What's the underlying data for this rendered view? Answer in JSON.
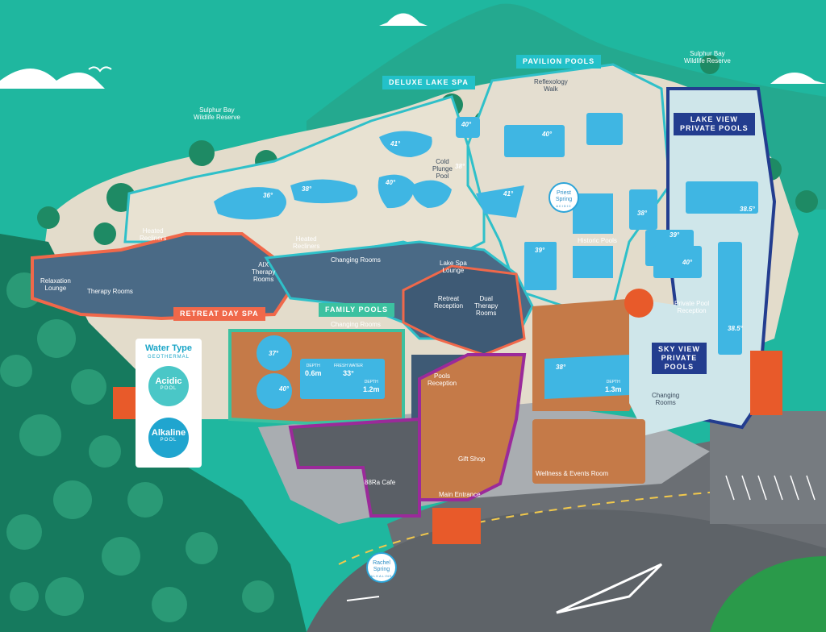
{
  "zones": {
    "pavilion_pools": "PAVILION POOLS",
    "deluxe_lake_spa": "DELUXE LAKE SPA",
    "lake_view_private_pools": "LAKE VIEW\nPRIVATE POOLS",
    "retreat_day_spa": "RETREAT DAY SPA",
    "family_pools": "FAMILY POOLS",
    "sky_view_private_pools": "SKY VIEW\nPRIVATE\nPOOLS"
  },
  "labels": {
    "reserve_left": "Sulphur Bay\nWildlife Reserve",
    "reserve_right": "Sulphur Bay\nWildlife Reserve",
    "reflexology_walk": "Reflexology\nWalk",
    "cold_plunge_pool": "Cold\nPlunge\nPool",
    "heated_recliners_left": "Heated\nRecliners",
    "heated_recliners_mid": "Heated\nRecliners",
    "changing_rooms_lake": "Changing Rooms",
    "changing_rooms_family": "Changing Rooms",
    "changing_rooms_sky": "Changing\nRooms",
    "relaxation_lounge": "Relaxation\nLounge",
    "therapy_rooms": "Therapy Rooms",
    "aix_therapy_rooms": "AIX\nTherapy\nRooms",
    "lake_spa_lounge": "Lake Spa\nLounge",
    "retreat_reception": "Retreat\nReception",
    "dual_therapy_rooms": "Dual\nTherapy\nRooms",
    "historic_pools": "Historic Pools",
    "private_pool_reception": "Private Pool\nReception",
    "pools_reception": "Pools\nReception",
    "gift_shop": "Gift Shop",
    "cafe": "88Ra Cafe",
    "main_entrance": "Main Entrance",
    "wellness_events_room": "Wellness & Events Room"
  },
  "temperatures": {
    "t36": "36°",
    "t38a": "38°",
    "t40a": "40°",
    "t41a": "41°",
    "t40b": "40°",
    "t38b": "38°",
    "t40c": "40°",
    "t41b": "41°",
    "t39a": "39°",
    "t38c": "38°",
    "t39b": "39°",
    "t40d": "40°",
    "t38_5a": "38.5°",
    "t38_5b": "38.5°",
    "t37": "37°",
    "t40e": "40°",
    "t33": "33°",
    "t38d": "38°"
  },
  "depths": {
    "family_left": {
      "caption": "DEPTH",
      "value": "0.6m"
    },
    "fresh_water": {
      "caption": "FRESH WATER",
      "value": "33°"
    },
    "family_right": {
      "caption": "DEPTH",
      "value": "1.2m"
    },
    "pavilion": {
      "caption": "DEPTH",
      "value": "1.3m"
    }
  },
  "springs": {
    "priest": {
      "name": "Priest\nSpring",
      "type": "ACIDIC"
    },
    "rachel": {
      "name": "Rachel\nSpring",
      "type": "ALKALINE"
    }
  },
  "legend": {
    "title": "Water Type",
    "subtitle": "GEOTHERMAL",
    "acidic_name": "Acidic",
    "acidic_sub": "POOL",
    "alkaline_name": "Alkaline",
    "alkaline_sub": "POOL"
  },
  "colors": {
    "lake": "#1fb79f",
    "mountain": "#24a98f",
    "forest": "#167a5e",
    "sand": "#e3dccb",
    "pool_water": "#3fb6e3",
    "retreat_spa": "#f0684a",
    "family_pools": "#3cc1a0",
    "private_pools": "#233d8f",
    "cafe_border": "#9b2a9a",
    "building": "#4a6a86",
    "road": "#6b6f74",
    "deck": "#c57a48",
    "acidic": "#4ac7c7",
    "alkaline": "#20a5cf"
  }
}
